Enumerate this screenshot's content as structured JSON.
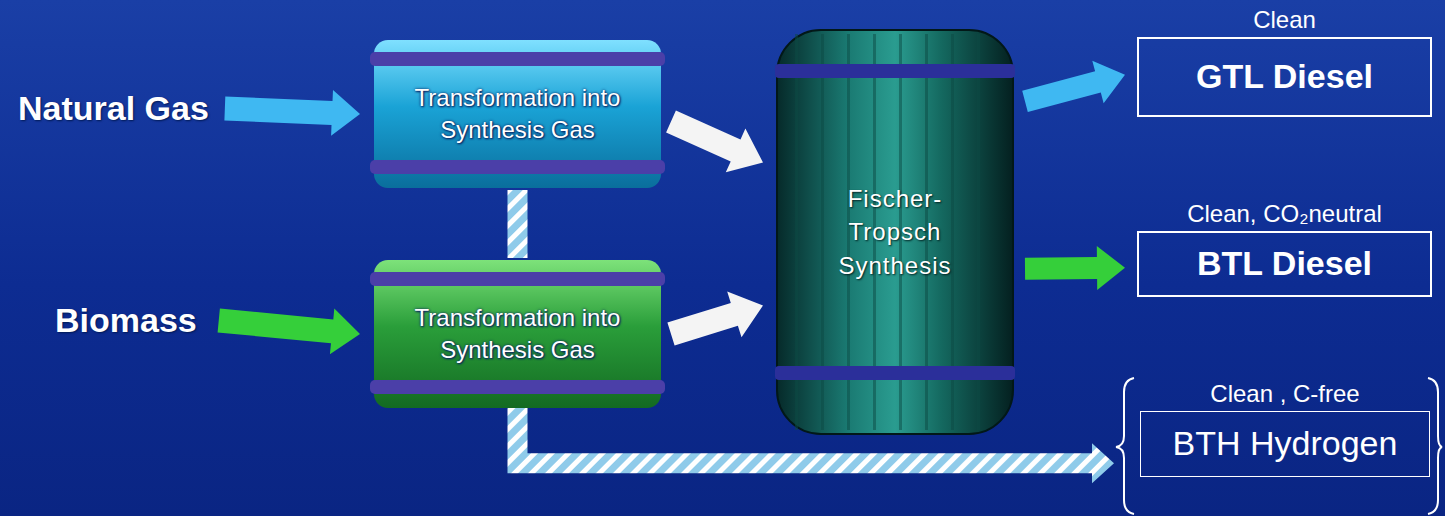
{
  "diagram": {
    "nodes": [
      {
        "text": [
          "Natural Gas"
        ]
      },
      {
        "text": [
          "Transformation into Synthesis Gas"
        ]
      },
      {
        "text": [
          "Fischer-Tropsch Synthesis"
        ]
      },
      {
        "text": [
          "Clean",
          "GTL Diesel"
        ]
      },
      {
        "text": [
          "Biomass"
        ]
      },
      {
        "text": [
          "Transformation into Synthesis Gas"
        ]
      },
      {
        "text": [
          "Clean, CO₂neutral",
          "BTL Diesel"
        ]
      },
      {
        "text": [
          "Clean , C-free",
          "BTH Hydrogen"
        ]
      }
    ],
    "edges": [
      {
        "from": 0,
        "to": 1,
        "arrow": "to"
      },
      {
        "from": 4,
        "to": 5,
        "arrow": "to"
      },
      {
        "from": 1,
        "to": 2,
        "arrow": "to"
      },
      {
        "from": 5,
        "to": 2,
        "arrow": "to"
      },
      {
        "from": 2,
        "to": 3,
        "arrow": "to"
      },
      {
        "from": 2,
        "to": 6,
        "arrow": "to"
      },
      {
        "from": 1,
        "to": 5,
        "arrow": "none"
      },
      {
        "from": 5,
        "to": 7,
        "arrow": "to"
      }
    ]
  }
}
